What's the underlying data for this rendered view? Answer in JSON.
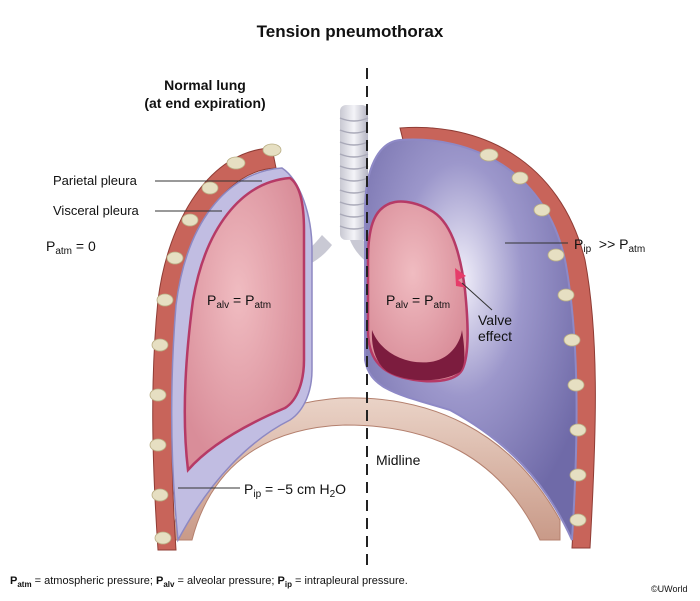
{
  "title": "Tension pneumothorax",
  "normal_lung": {
    "line1": "Normal lung",
    "line2": "(at end expiration)"
  },
  "labels": {
    "parietal_pleura": "Parietal pleura",
    "visceral_pleura": "Visceral pleura",
    "patm_zero": {
      "p": "P",
      "sub": "atm",
      "rest": " = 0"
    },
    "left_palv": {
      "p1": "P",
      "sub1": "alv",
      "eq": " = P",
      "sub2": "atm"
    },
    "right_palv": {
      "p1": "P",
      "sub1": "alv",
      "eq": " = P",
      "sub2": "atm"
    },
    "pip_neg": {
      "p": "P",
      "sub": "ip",
      "rest": " = −5 cm H",
      "sub2": "2",
      "tail": "O"
    },
    "pip_gt": {
      "p1": "P",
      "sub1": "ip",
      "mid": "  >> P",
      "sub2": "atm"
    },
    "valve_line1": "Valve",
    "valve_line2": "effect",
    "midline": "Midline"
  },
  "footnote": {
    "a_p": "P",
    "a_sub": "atm",
    "a_txt": " = atmospheric pressure; ",
    "b_p": "P",
    "b_sub": "alv",
    "b_txt": " = alveolar pressure; ",
    "c_p": "P",
    "c_sub": "ip",
    "c_txt": " = intrapleural pressure."
  },
  "credit": "©UWorld",
  "colors": {
    "chest_wall": "#c8645a",
    "rib": "#e6dfc2",
    "pleural_space": "#b6b2dc",
    "lung": "#e5a9b0",
    "lung_edge": "#b63a66",
    "diaphragm": "#e8c4b4"
  }
}
